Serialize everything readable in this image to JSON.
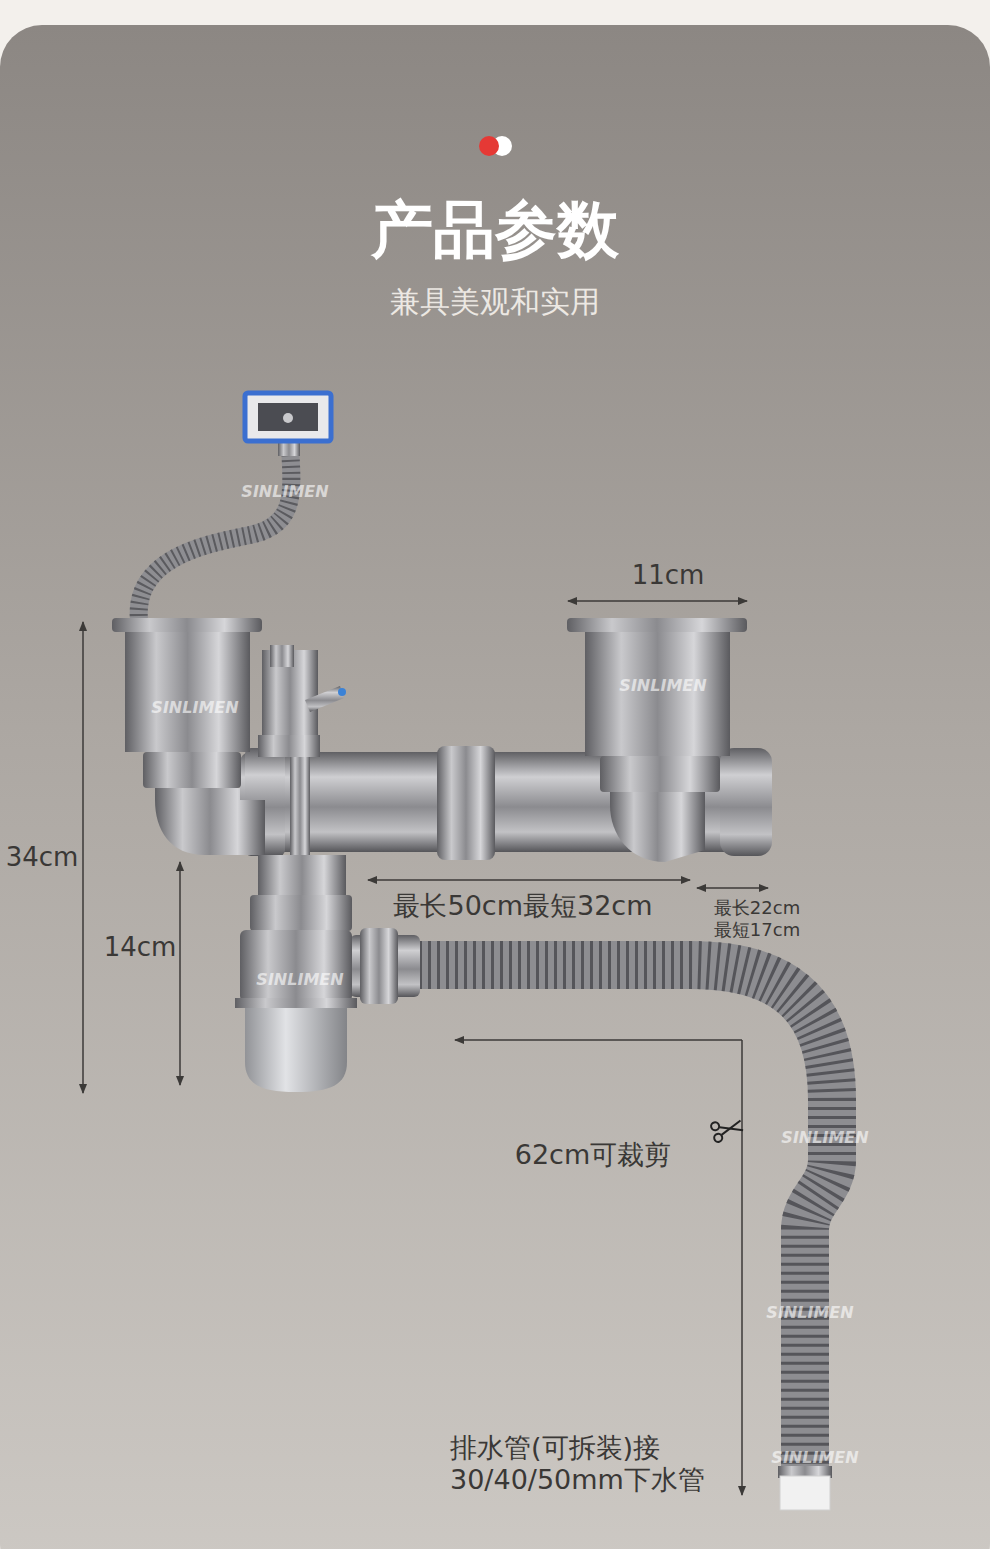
{
  "diagram": {
    "title": "产品参数",
    "labels": [
      "兼具美观和实用",
      "11cm",
      "34cm",
      "14cm",
      "最长50cm最短32cm",
      "最长22cm 最短17cm",
      "62cm可裁剪",
      "排水管(可拆装)接 30/40/50mm下水管",
      "SINLIMEN",
      "SINLIMEN",
      "SINLIMEN",
      "SINLIMEN",
      "SINLIMEN",
      "SINLIMEN",
      "SINLIMEN"
    ]
  }
}
